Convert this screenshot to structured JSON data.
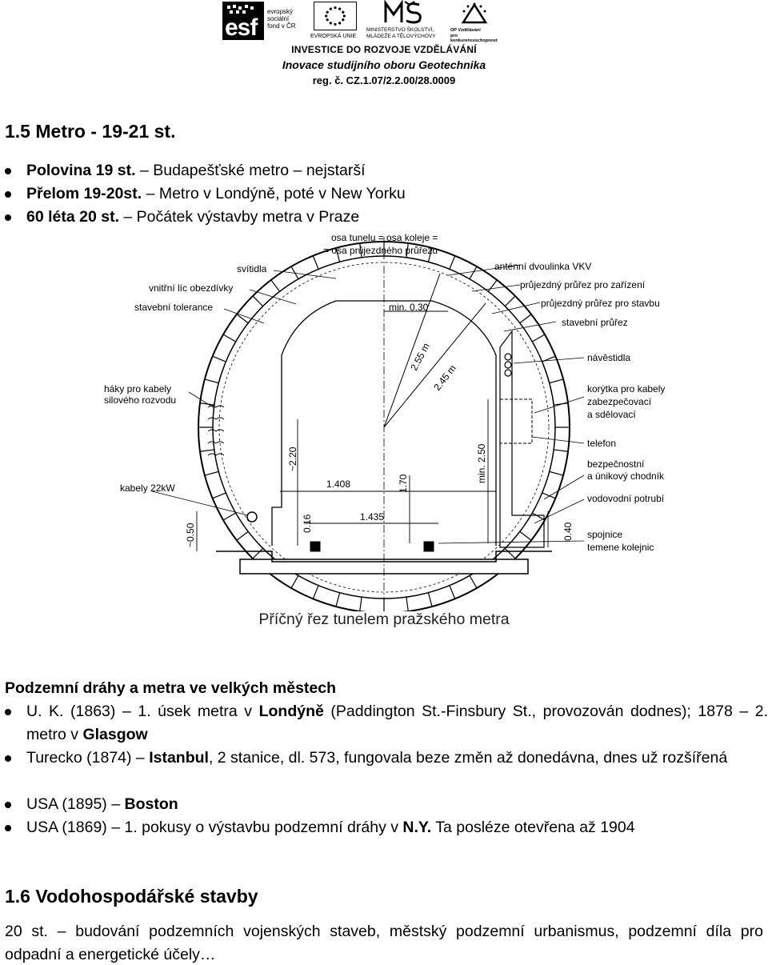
{
  "header": {
    "logos": {
      "esf_mark": "esf",
      "esf_text": [
        "evropský",
        "sociální",
        "fond v ČR"
      ],
      "eu_caption": "EVROPSKÁ UNIE",
      "msmt_caption_1": "MINISTERSTVO ŠKOLSTVÍ,",
      "msmt_caption_2": "MLÁDEŽE A TĚLOVÝCHOVY",
      "op_caption_1": "OP Vzdělávání",
      "op_caption_2": "pro konkurenceschopnost"
    },
    "line1": "INVESTICE DO ROZVOJE VZDĚLÁVÁNÍ",
    "line2": "Inovace studijního oboru Geotechnika",
    "line3": "reg. č. CZ.1.07/2.2.00/28.0009"
  },
  "section1": {
    "title": "1.5  Metro - 19-21 st.",
    "bullets": [
      {
        "bold": "Polovina 19 st.",
        "rest": " – Budapešťské metro – nejstarší"
      },
      {
        "bold": "Přelom 19-20st.",
        "rest": " – Metro v Londýně, poté v New Yorku"
      },
      {
        "bold": "60 léta 20 st.",
        "rest": " – Počátek výstavby metra v Praze"
      }
    ]
  },
  "figure": {
    "caption": "Příčný řez tunelem pražského metra",
    "labels": {
      "axis1": "osa tunelu = osa koleje =",
      "axis2": "= osa průjezdného průřezu",
      "svitidla": "svítidla",
      "vnitrni": "vnitřní líc obezdívky",
      "stavebni_tol": "stavební tolerance",
      "haky1": "háky pro kabely",
      "haky2": "silového rozvodu",
      "kabely": "kabely 22kW",
      "antena": "anténní dvoulinka VKV",
      "prujezd_zar": "průjezdný průřez pro zařízení",
      "prujezd_stav": "průjezdný průřez pro stavbu",
      "stav_prurez": "stavební průřez",
      "navestidla": "návěstidla",
      "koryta1": "korýtka pro kabely",
      "koryta2": "zabezpečovací",
      "koryta3": "a sdělovací",
      "telefon": "telefon",
      "bezpec1": "bezpečnostní",
      "bezpec2": "a únikový chodník",
      "vodovod": "vodovodní potrubí",
      "spojnice1": "spojnice",
      "spojnice2": "temene kolejnic",
      "min030": "min. 0.30",
      "r255": "2.55 m",
      "r245": "2.45 m",
      "d220": "~2.20",
      "d1408": "1.408",
      "d170": "1.70",
      "d1435": "1.435",
      "d016": "0.16",
      "d050": "~0.50",
      "d250": "min. 2.50",
      "d040": "0.40"
    }
  },
  "section1b": {
    "heading": "Podzemní dráhy a metra ve velkých městech",
    "b1_a": "U. K. (1863) – 1. úsek metra v ",
    "b1_b": "Londýně",
    "b1_c": " (Paddington St.-Finsbury St., provozován dodnes); 1878 – 2. metro v ",
    "b1_d": "Glasgow",
    "b2_a": "Turecko (1874) – ",
    "b2_b": "Istanbul",
    "b2_c": ", 2 stanice, dl. 573, fungovala beze změn až donedávna, dnes už rozšířená",
    "b3_a": "USA (1895) – ",
    "b3_b": "Boston",
    "b4_a": "USA (1869) – 1. pokusy o výstavbu podzemní dráhy v ",
    "b4_b": "N.Y.",
    "b4_c": " Ta posléze otevřena až 1904"
  },
  "section2": {
    "title": "1.6  Vodohospodářské stavby",
    "text": "20 st. – budování podzemních vojenských staveb, městský podzemní urbanismus, podzemní díla pro odpadní a energetické účely…"
  }
}
